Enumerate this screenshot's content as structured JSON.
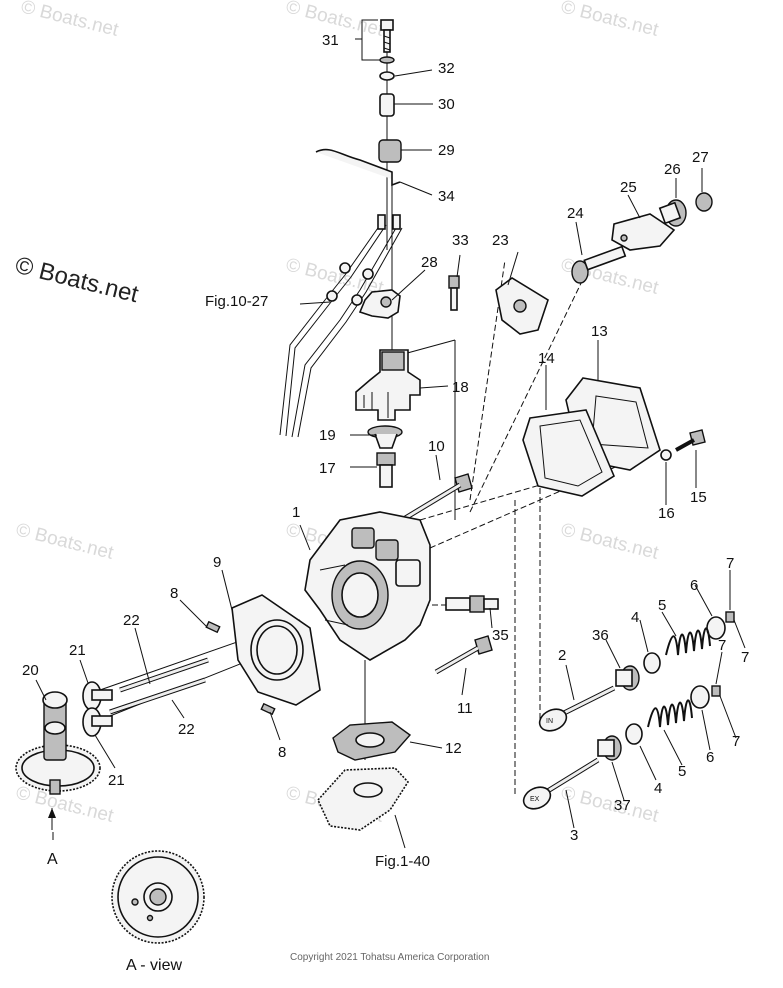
{
  "watermark": {
    "text": "© Boats.net"
  },
  "parts": [
    {
      "ref": "1"
    },
    {
      "ref": "2"
    },
    {
      "ref": "3"
    },
    {
      "ref": "4"
    },
    {
      "ref": "4"
    },
    {
      "ref": "5"
    },
    {
      "ref": "5"
    },
    {
      "ref": "6"
    },
    {
      "ref": "6"
    },
    {
      "ref": "7"
    },
    {
      "ref": "7"
    },
    {
      "ref": "7"
    },
    {
      "ref": "7"
    },
    {
      "ref": "8"
    },
    {
      "ref": "8"
    },
    {
      "ref": "9"
    },
    {
      "ref": "10"
    },
    {
      "ref": "11"
    },
    {
      "ref": "12"
    },
    {
      "ref": "13"
    },
    {
      "ref": "14"
    },
    {
      "ref": "15"
    },
    {
      "ref": "16"
    },
    {
      "ref": "17"
    },
    {
      "ref": "18"
    },
    {
      "ref": "19"
    },
    {
      "ref": "20"
    },
    {
      "ref": "21"
    },
    {
      "ref": "21"
    },
    {
      "ref": "22"
    },
    {
      "ref": "22"
    },
    {
      "ref": "23"
    },
    {
      "ref": "24"
    },
    {
      "ref": "25"
    },
    {
      "ref": "26"
    },
    {
      "ref": "27"
    },
    {
      "ref": "28"
    },
    {
      "ref": "29"
    },
    {
      "ref": "30"
    },
    {
      "ref": "31"
    },
    {
      "ref": "32"
    },
    {
      "ref": "33"
    },
    {
      "ref": "34"
    },
    {
      "ref": "35"
    },
    {
      "ref": "36"
    },
    {
      "ref": "37"
    }
  ],
  "figure_refs": [
    "Fig.10-27",
    "Fig.1-40"
  ],
  "valve_marks": [
    "IN",
    "EX"
  ],
  "view_arrow_label": "A",
  "view_label": "A - view",
  "copyright": "Copyright 2021 Tohatsu America Corporation"
}
